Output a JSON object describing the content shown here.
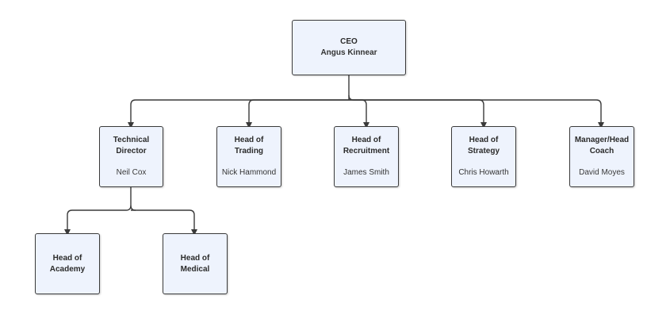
{
  "org_chart": {
    "ceo": {
      "title": "CEO",
      "name": "Angus Kinnear"
    },
    "reports": [
      {
        "title": "Technical\nDirector",
        "name": "Neil Cox"
      },
      {
        "title": "Head of\nTrading",
        "name": "Nick Hammond"
      },
      {
        "title": "Head of\nRecruitment",
        "name": "James Smith"
      },
      {
        "title": "Head of\nStrategy",
        "name": "Chris Howarth"
      },
      {
        "title": "Manager/Head\nCoach",
        "name": "David Moyes"
      }
    ],
    "technical_director_reports": [
      {
        "title": "Head of\nAcademy"
      },
      {
        "title": "Head of\nMedical"
      }
    ]
  },
  "colors": {
    "box_fill": "#eef3fd",
    "box_border": "#3a3a3a",
    "connector": "#3a3a3a"
  }
}
